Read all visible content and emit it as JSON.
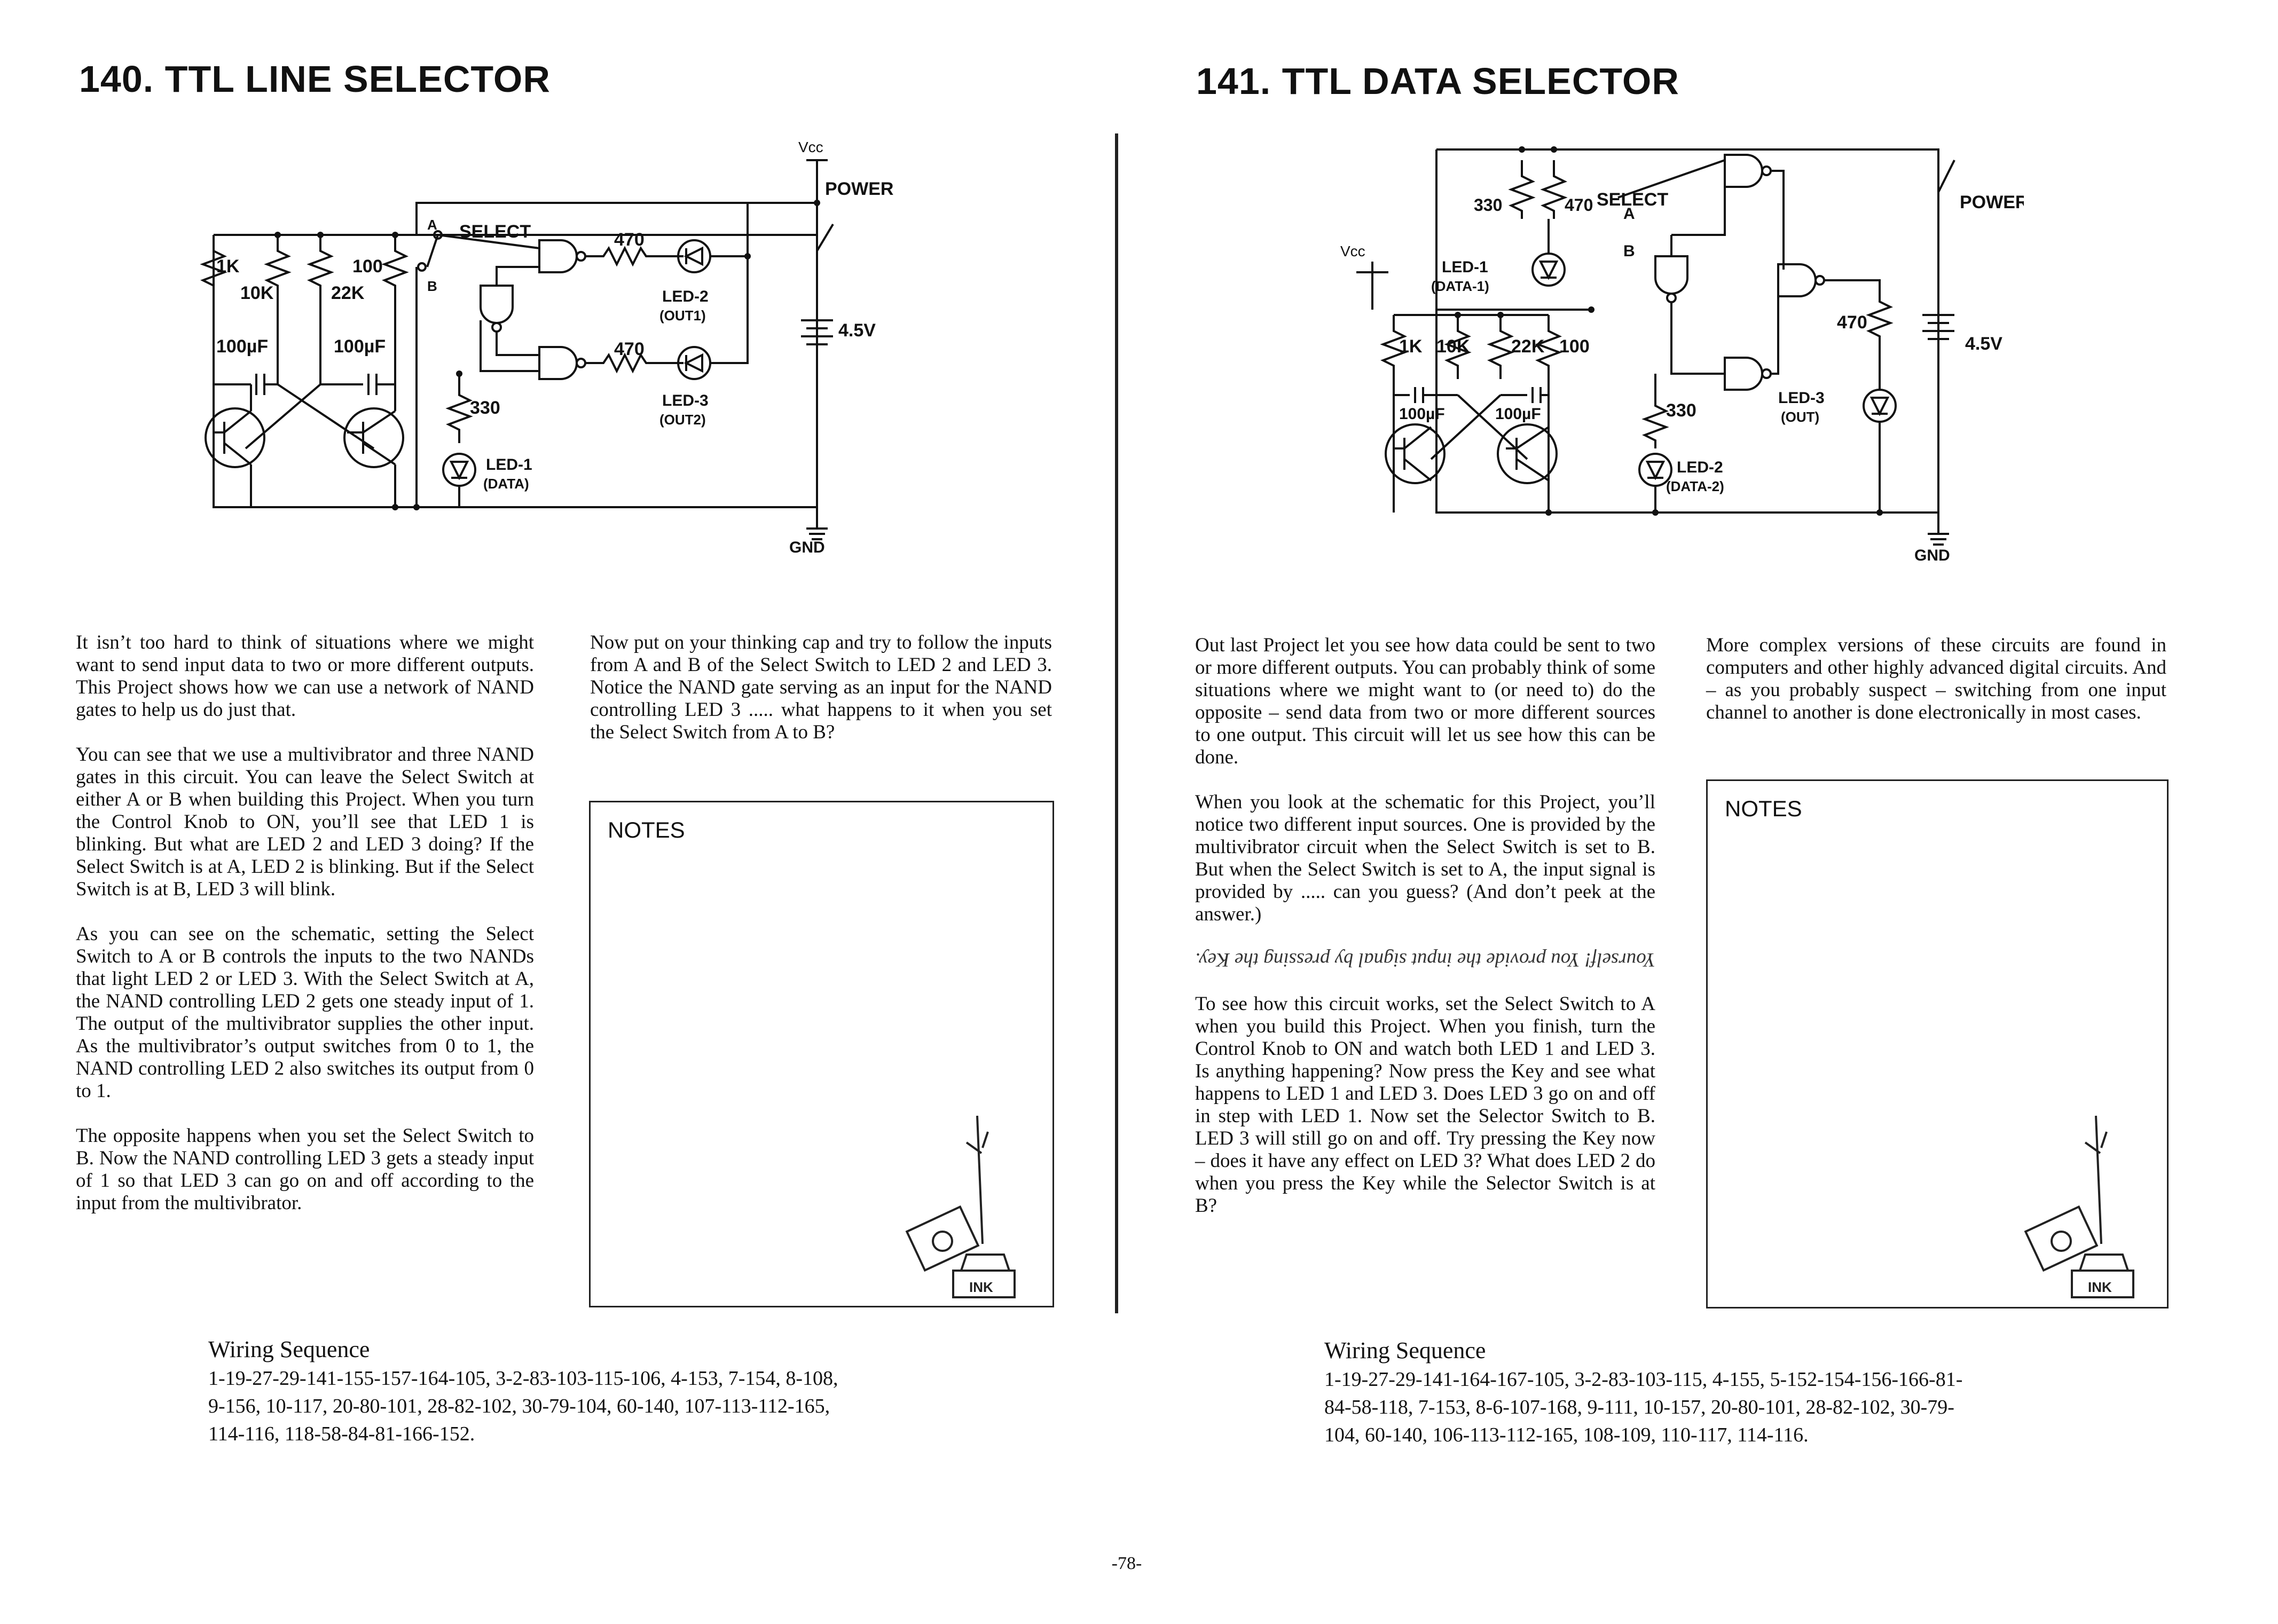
{
  "left": {
    "title": "140. TTL LINE SELECTOR",
    "col1": [
      "It isn’t too hard to think of situations where we might want to send input data to two or more different outputs. This Project shows how we can use a network of NAND gates to help us do just that.",
      "You can see that we use a multivibrator and three NAND gates in this circuit. You can leave the Select Switch at either A or B when building this Project. When you turn the Control Knob to ON, you’ll see that LED 1 is blinking. But what are LED 2 and LED 3 doing? If the Select Switch is at A, LED 2 is blinking. But if the Select Switch is at B, LED 3 will blink.",
      "As you can see on the schematic, setting the Select Switch to A or B controls the inputs to the two NANDs that light LED 2 or LED 3. With the Select Switch at A, the NAND controlling LED 2 gets one steady input of 1. The output of the multivibrator supplies the other input. As the multivibrator’s output switches from 0 to 1, the NAND controlling LED 2 also switches its output from 0 to 1.",
      "The opposite happens when you set the Select Switch to B. Now the NAND controlling LED 3 gets a steady input of 1 so that LED 3 can go on and off according to the input from the multivibrator."
    ],
    "col2": "Now put on your thinking cap and try to follow the inputs from A and B of the Select Switch to LED 2 and LED 3. Notice the NAND gate serving as an input for the NAND controlling LED 3 ..... what happens to it when you set the Select Switch from A to B?",
    "notes": "NOTES",
    "wiring_title": "Wiring Sequence",
    "wiring_lines": [
      "1-19-27-29-141-155-157-164-105, 3-2-83-103-115-106, 4-153, 7-154, 8-108,",
      "9-156, 10-117, 20-80-101, 28-82-102, 30-79-104, 60-140, 107-113-112-165,",
      "114-116, 118-58-84-81-166-152."
    ],
    "schematic": {
      "select": "SELECT",
      "power": "POWER",
      "vcc": "Vcc",
      "gnd": "GND",
      "battery": "4.5V",
      "led1": "LED-1",
      "led1_sub": "(DATA)",
      "led2": "LED-2",
      "led2_sub": "(OUT1)",
      "led3": "LED-3",
      "led3_sub": "(OUT2)",
      "r1": "1K",
      "r2": "10K",
      "r3": "100",
      "r4": "22K",
      "r5": "330",
      "r6": "470",
      "r7": "470",
      "c1": "100µF",
      "c2": "100µF",
      "a": "A",
      "b": "B"
    }
  },
  "right": {
    "title": "141. TTL DATA SELECTOR",
    "col1": [
      "Out last Project let you see how data could be sent to two or more different outputs. You can probably think of some situations where we might want to (or need to) do the opposite – send data from two or more different sources to one output. This circuit will let us see how this can be done.",
      "When you look at the schematic for this Project, you’ll notice two different input sources. One is provided by the multivibrator circuit when the Select Switch is set to B. But when the Select Switch is set to A, the input signal is provided by ..... can you guess? (And don’t peek at the answer.)",
      "To see how this circuit works, set the Select Switch to A when you build this Project. When you finish, turn the Control Knob to ON and watch both LED 1 and LED 3. Is anything happening? Now press the Key and see what happens to LED 1 and LED 3. Does LED 3 go on and off in step with LED 1. Now set the Selector Switch to B. LED 3 will still go on and off. Try pressing the Key now – does it have any effect on LED 3? What does LED 2 do when you press the Key while the Selector Switch is at B?"
    ],
    "answer": "Yourself! You provide the input signal by pressing the Key.",
    "col2": "More complex versions of these circuits are found in computers and other highly advanced digital circuits. And – as you probably suspect – switching from one input channel to another is done electronically in most cases.",
    "notes": "NOTES",
    "wiring_title": "Wiring Sequence",
    "wiring_lines": [
      "1-19-27-29-141-164-167-105, 3-2-83-103-115, 4-155, 5-152-154-156-166-81-",
      "84-58-118, 7-153, 8-6-107-168, 9-111, 10-157, 20-80-101, 28-82-102, 30-79-",
      "104, 60-140, 106-113-112-165, 108-109, 110-117, 114-116."
    ],
    "schematic": {
      "select": "SELECT",
      "power": "POWER",
      "vcc": "Vcc",
      "gnd": "GND",
      "battery": "4.5V",
      "led1": "LED-1",
      "led1_sub": "(DATA-1)",
      "led2": "LED-2",
      "led2_sub": "(DATA-2)",
      "led3": "LED-3",
      "led3_sub": "(OUT)",
      "r1": "1K",
      "r2": "10K",
      "r3": "22K",
      "r4": "100",
      "r5": "330",
      "r6": "470",
      "r7": "470",
      "r8": "330",
      "c1": "100µF",
      "c2": "100µF",
      "a": "A",
      "b": "B"
    }
  },
  "page_number": "-78-"
}
